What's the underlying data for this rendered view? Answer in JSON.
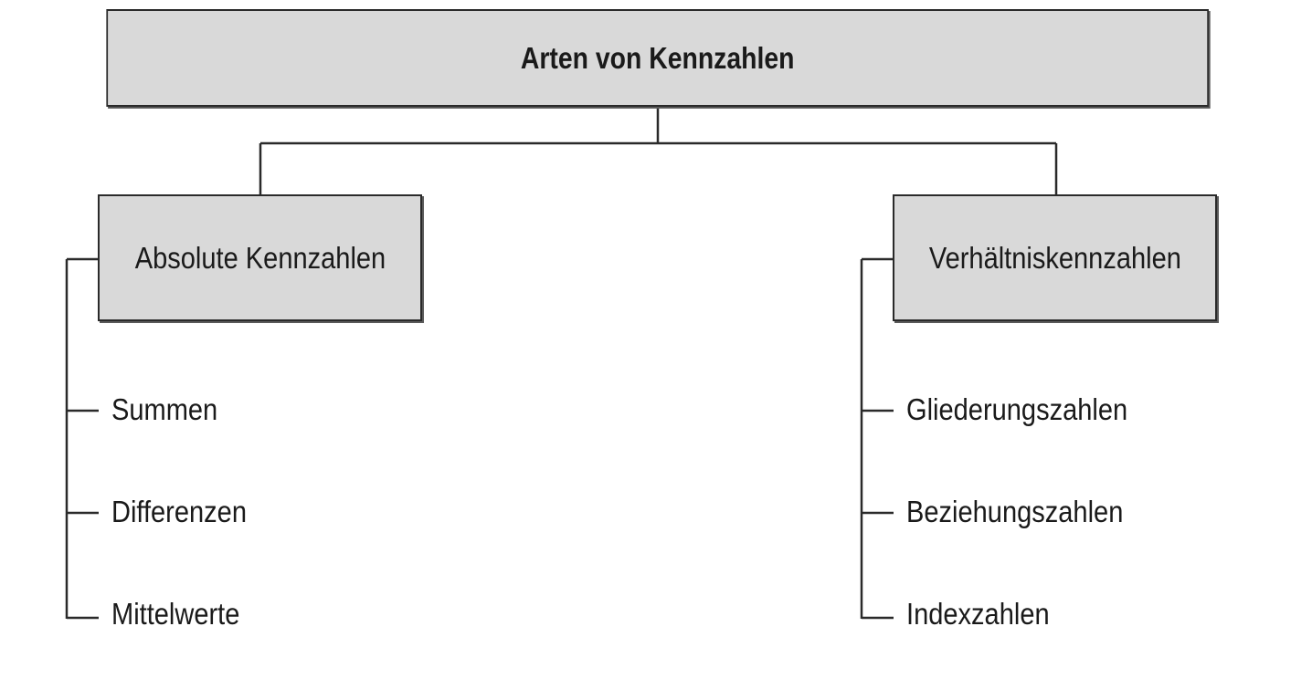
{
  "diagram": {
    "root": {
      "label": "Arten von Kennzahlen"
    },
    "categories": [
      {
        "label": "Absolute Kennzahlen",
        "items": [
          "Summen",
          "Differenzen",
          "Mittelwerte"
        ]
      },
      {
        "label": "Verhältniskennzahlen",
        "items": [
          "Gliederungszahlen",
          "Beziehungszahlen",
          "Indexzahlen"
        ]
      }
    ],
    "colors": {
      "box_fill": "#d9d9d9",
      "line": "#2a2a2a",
      "text": "#1a1a1a"
    }
  }
}
